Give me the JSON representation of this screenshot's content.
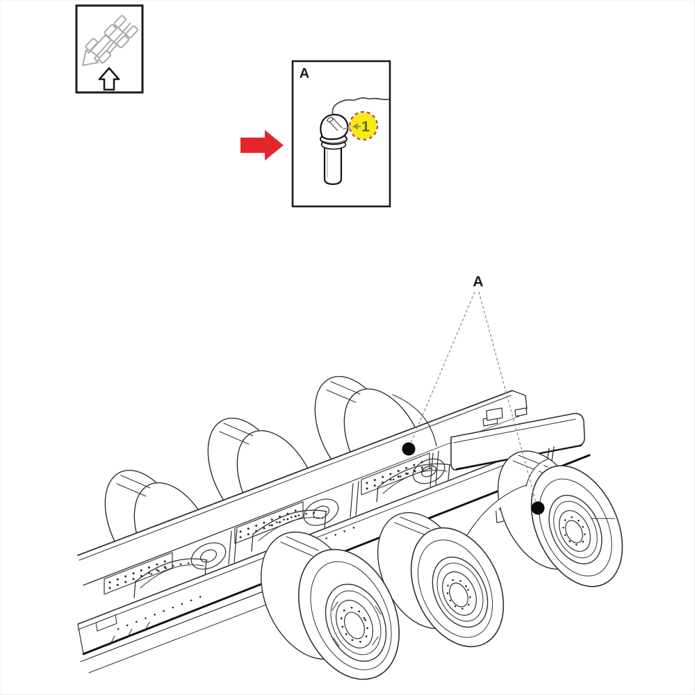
{
  "page": {
    "background_color": "#ffffff"
  },
  "orientation_thumbnail": {
    "border_color": "#1a1a1a",
    "schematic_color": "#a9a9a9",
    "arrow_up_color": "#1a1a1a"
  },
  "pointer_arrow": {
    "color": "#e4252b"
  },
  "detail_box": {
    "label": "A",
    "border_color": "#1a1a1a",
    "callout": {
      "number": "1",
      "fill_color": "#f8e816",
      "border_color": "#ae4a42",
      "number_color": "#5d6b21",
      "pointer_color": "#8a9a4a"
    }
  },
  "main_figure": {
    "label": "A",
    "marker_color": "#0a0a0a",
    "line_color": "#2e2e2e",
    "leader_color": "#8f8f8f"
  }
}
